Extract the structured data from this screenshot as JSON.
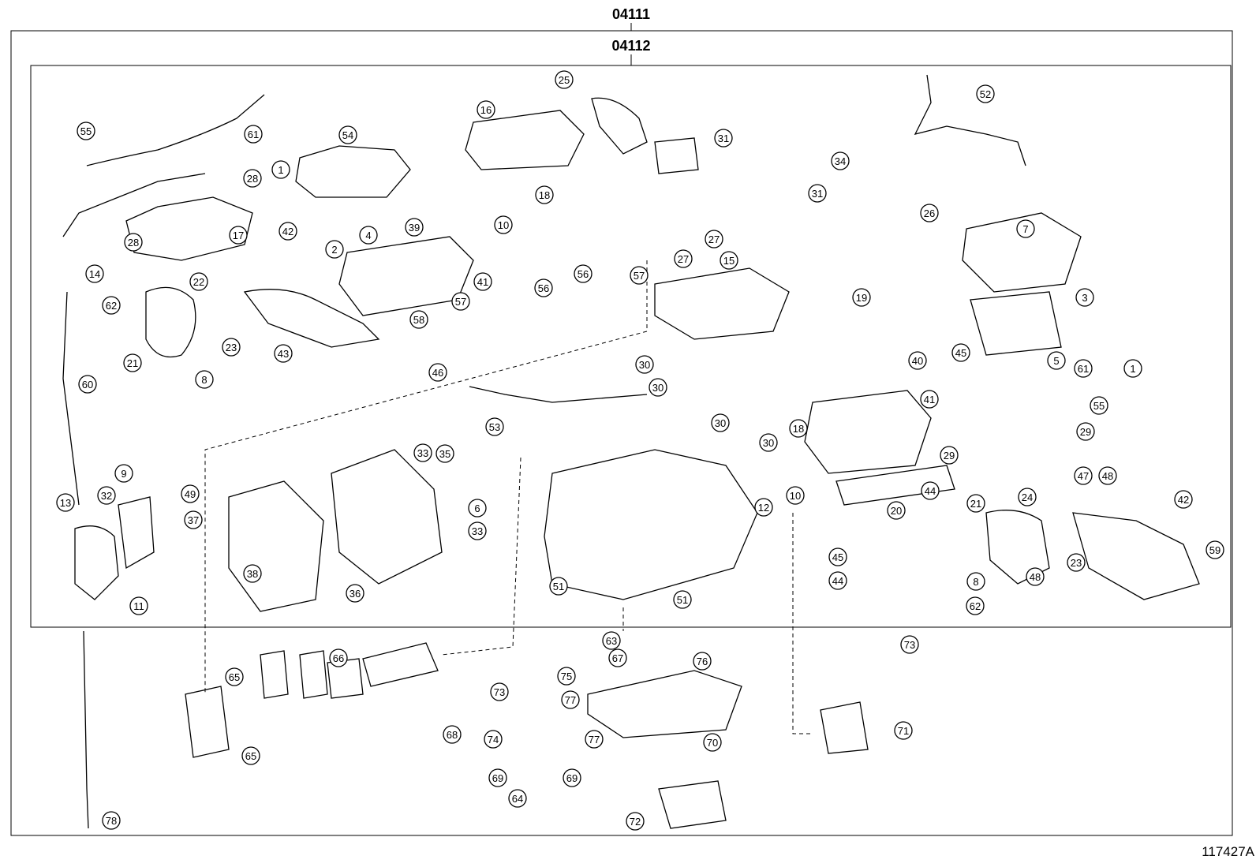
{
  "outer_ref": "04111",
  "inner_ref": "04112",
  "figure_id": "117427A",
  "callouts": [
    "55",
    "61",
    "1",
    "54",
    "16",
    "25",
    "52",
    "31",
    "34",
    "28",
    "17",
    "42",
    "2",
    "4",
    "39",
    "10",
    "18",
    "31",
    "27",
    "15",
    "26",
    "7",
    "14",
    "22",
    "28",
    "41",
    "56",
    "57",
    "27",
    "62",
    "3",
    "21",
    "58",
    "57",
    "56",
    "19",
    "23",
    "43",
    "8",
    "60",
    "46",
    "30",
    "30",
    "40",
    "45",
    "5",
    "61",
    "1",
    "55",
    "41",
    "53",
    "30",
    "30",
    "18",
    "29",
    "9",
    "33",
    "35",
    "29",
    "13",
    "32",
    "49",
    "6",
    "33",
    "37",
    "12",
    "10",
    "20",
    "44",
    "21",
    "24",
    "47",
    "48",
    "42",
    "45",
    "59",
    "38",
    "36",
    "51",
    "11",
    "51",
    "44",
    "8",
    "48",
    "23",
    "62",
    "63",
    "67",
    "66",
    "76",
    "73",
    "75",
    "73",
    "65",
    "77",
    "68",
    "74",
    "77",
    "70",
    "71",
    "69",
    "69",
    "64",
    "65",
    "72",
    "78"
  ]
}
